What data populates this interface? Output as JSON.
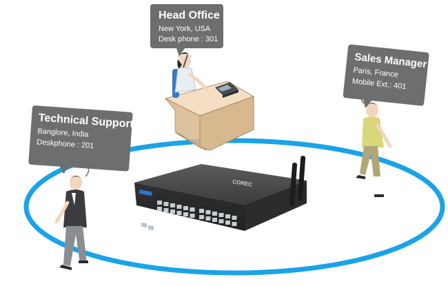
{
  "bubbles": {
    "head_office": {
      "title": "Head Office",
      "line1": "New York, USA",
      "line2": "Desk phone : 301"
    },
    "sales_manager": {
      "title": "Sales Manager",
      "line1": "Paris, France",
      "line2": "Mobile Ext.: 401"
    },
    "technical_support": {
      "title": "Technical Support",
      "line1": "Banglore, India",
      "line2": "Deskphone : 201"
    }
  },
  "device": {
    "brand_label": "COREC"
  },
  "colors": {
    "ring": "#1aa3e8",
    "bubble": "#6d6e70",
    "device_body": "#3b3d3f",
    "desk_top": "#f4dfc4",
    "desk_side": "#d8b88f"
  }
}
